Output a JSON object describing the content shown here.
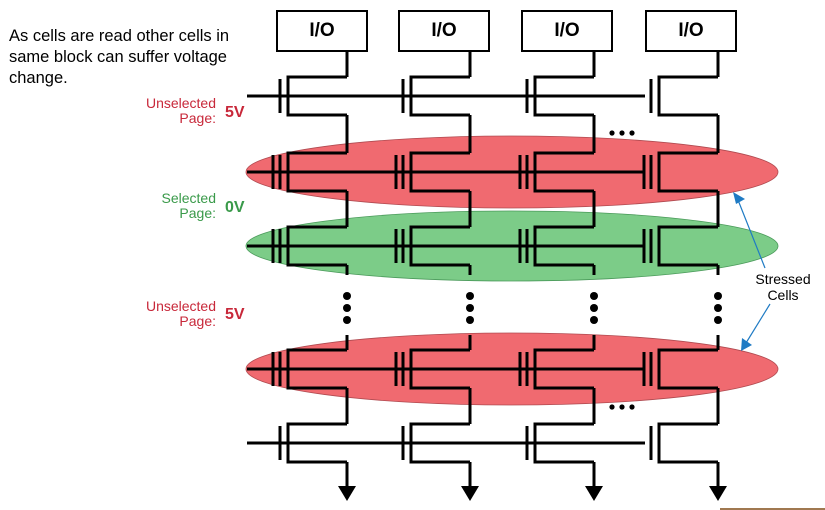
{
  "caption": "As cells are read other cells in same block can suffer voltage change.",
  "io_labels": [
    "I/O",
    "I/O",
    "I/O",
    "I/O"
  ],
  "pages": [
    {
      "label_line1": "Unselected",
      "label_line2": "Page:",
      "voltage": "5V",
      "color": "#c8283a",
      "state": "unselected"
    },
    {
      "label_line1": "Selected",
      "label_line2": "Page:",
      "voltage": "0V",
      "color": "#3a9a4a",
      "state": "selected"
    },
    {
      "label_line1": "Unselected",
      "label_line2": "Page:",
      "voltage": "5V",
      "color": "#c8283a",
      "state": "unselected"
    }
  ],
  "stressed_label": "Stressed Cells",
  "colors": {
    "stressed_fill": "#f06a70",
    "selected_fill": "#7ccc88",
    "arrow": "#1f7bc4"
  }
}
